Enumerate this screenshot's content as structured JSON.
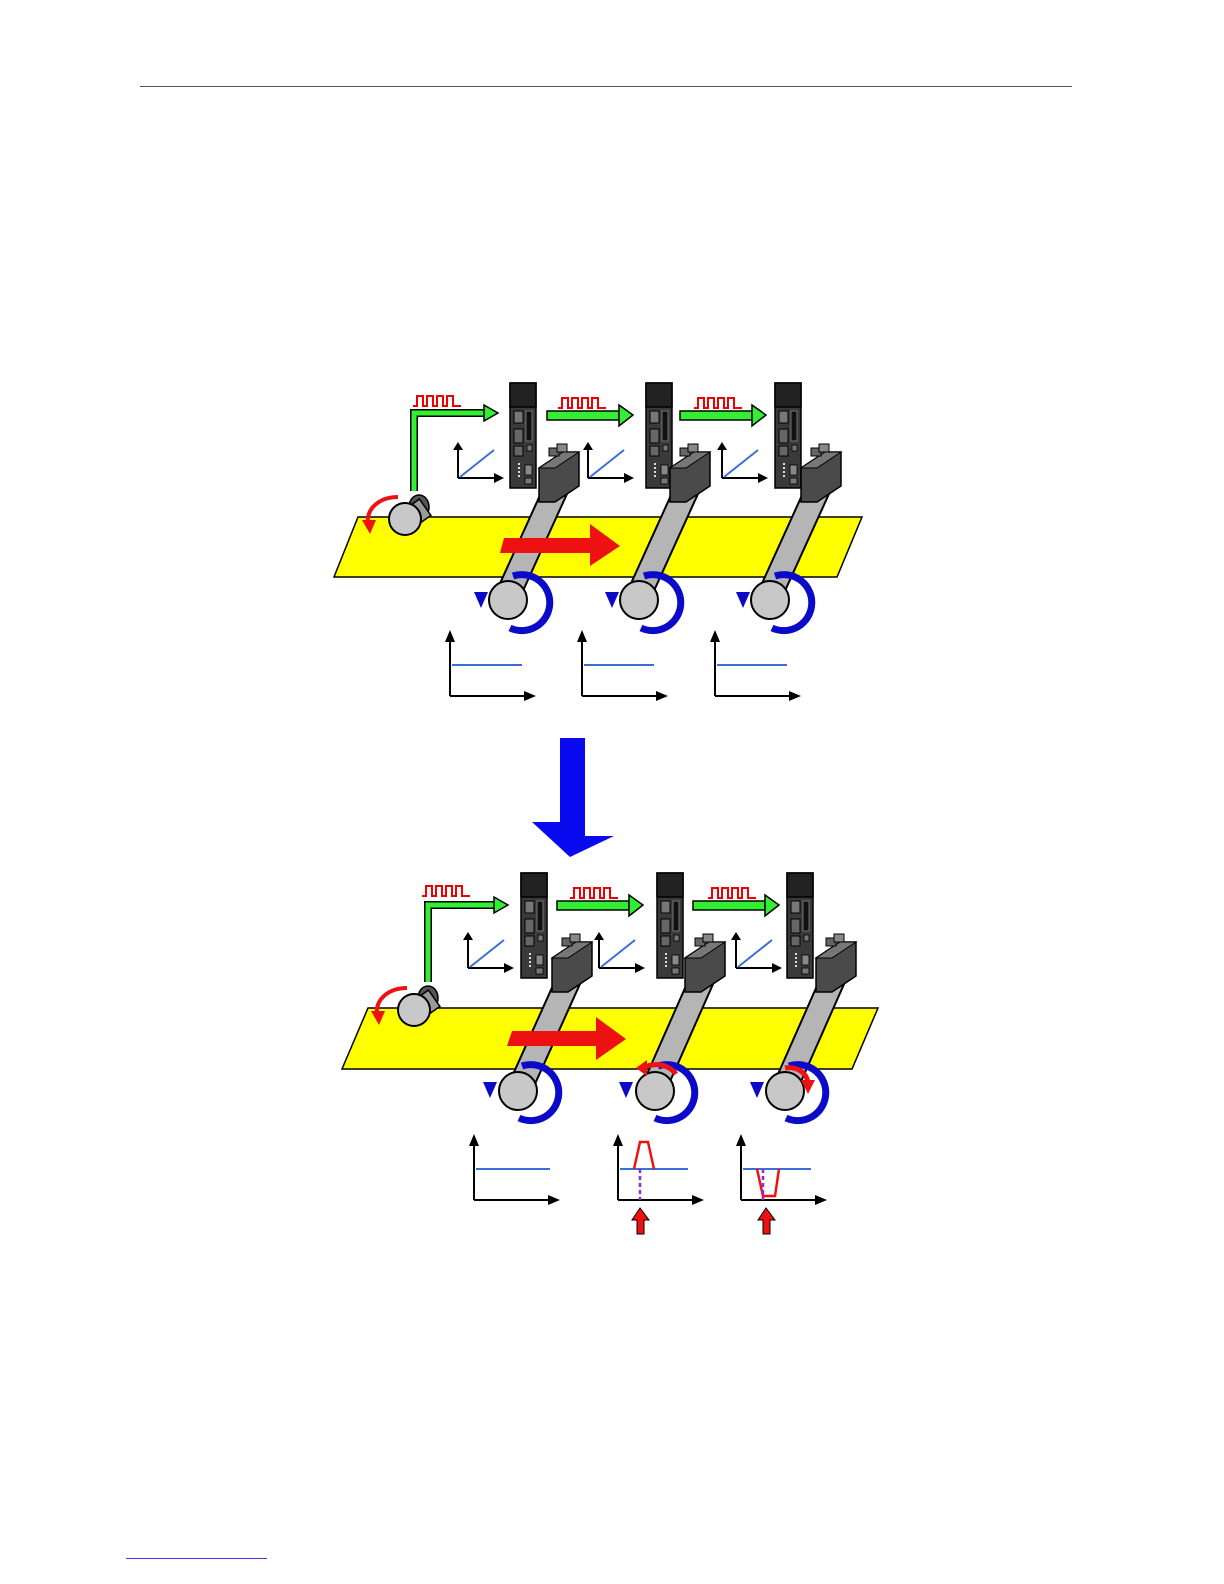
{
  "colors": {
    "conveyor": "#ffff00",
    "signal_arrow": "#33ee33",
    "pulse": "#ee0000",
    "rotation_normal": "#0a0ac8",
    "rotation_correction": "#ee1111",
    "transition_arrow": "#0a0af0",
    "trace_nominal": "#3a6fd6",
    "trace_disturbance": "#ee1111",
    "event_marker": "#8a2be2",
    "drive_body": "#333333",
    "roller": "#c8c8c8"
  },
  "icons": {
    "feed_roller": "encoder-roller-icon",
    "drive": "servo-drive-icon",
    "motor": "servo-motor-icon",
    "pulse": "pulse-train-icon"
  },
  "panels": [
    {
      "id": "before",
      "stations": 3,
      "speed_traces": [
        "flat",
        "flat",
        "flat"
      ]
    },
    {
      "id": "after",
      "stations": 3,
      "speed_traces": [
        "flat",
        "positive-spike",
        "negative-dip"
      ]
    }
  ]
}
